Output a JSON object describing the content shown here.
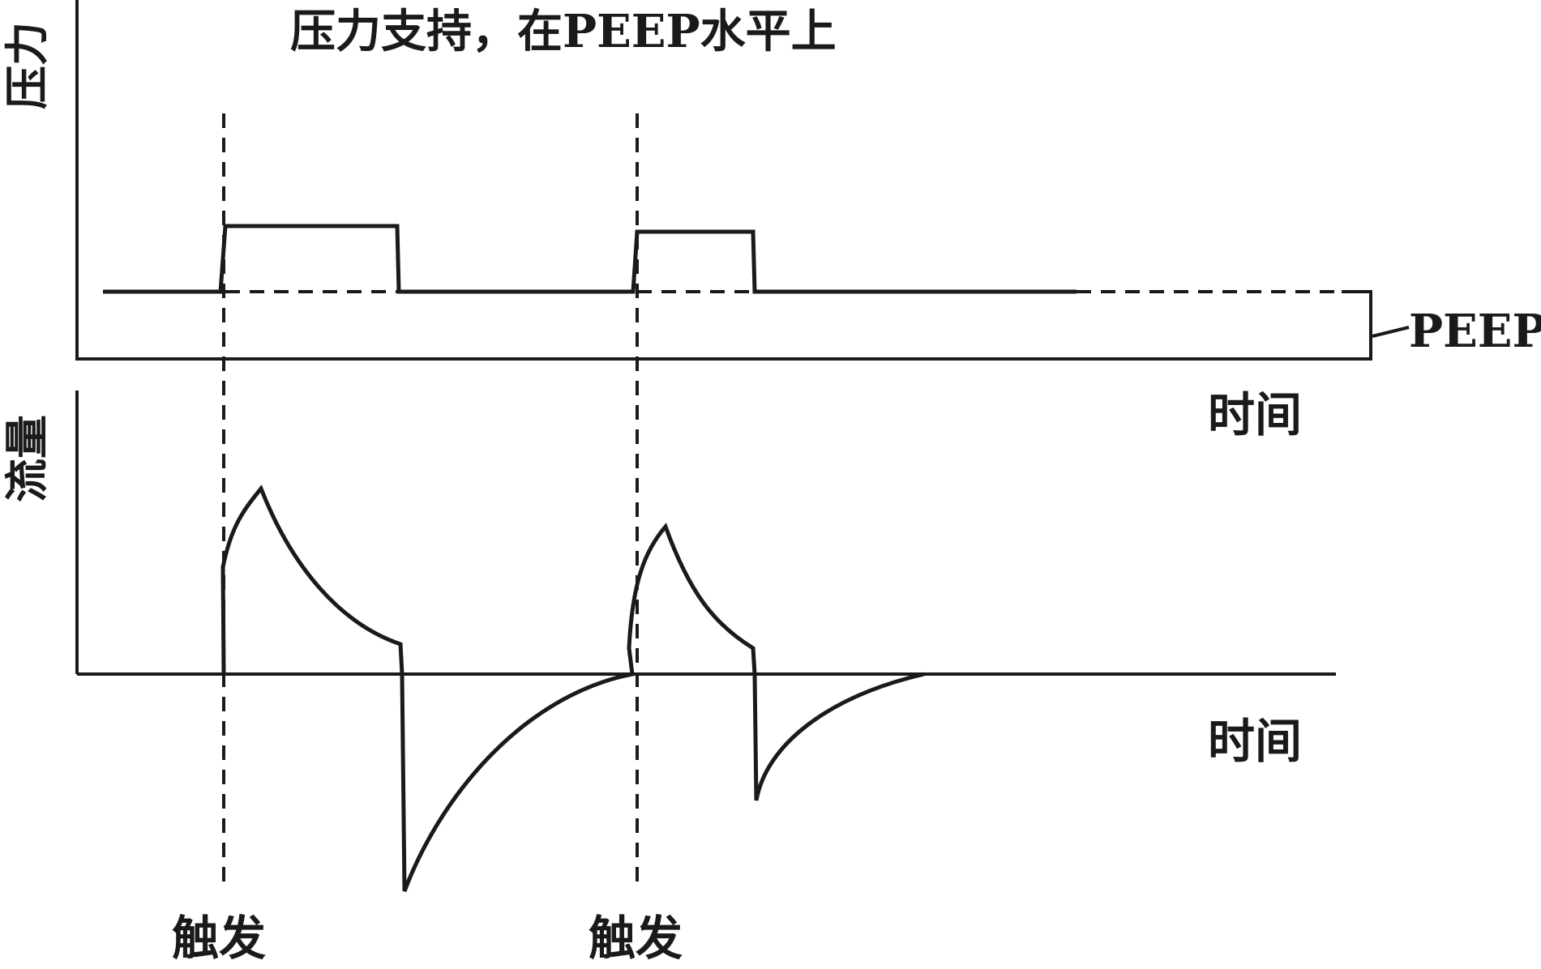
{
  "title": "压力支持，在PEEP水平上",
  "pressure_panel": {
    "ylabel": "压力",
    "xlabel": "时间",
    "baseline_label": "PEEP"
  },
  "flow_panel": {
    "ylabel": "流量",
    "xlabel": "时间"
  },
  "triggers": [
    {
      "label": "触发"
    },
    {
      "label": "触发"
    }
  ],
  "colors": {
    "line": "#1a1a1a",
    "background": "#ffffff"
  }
}
